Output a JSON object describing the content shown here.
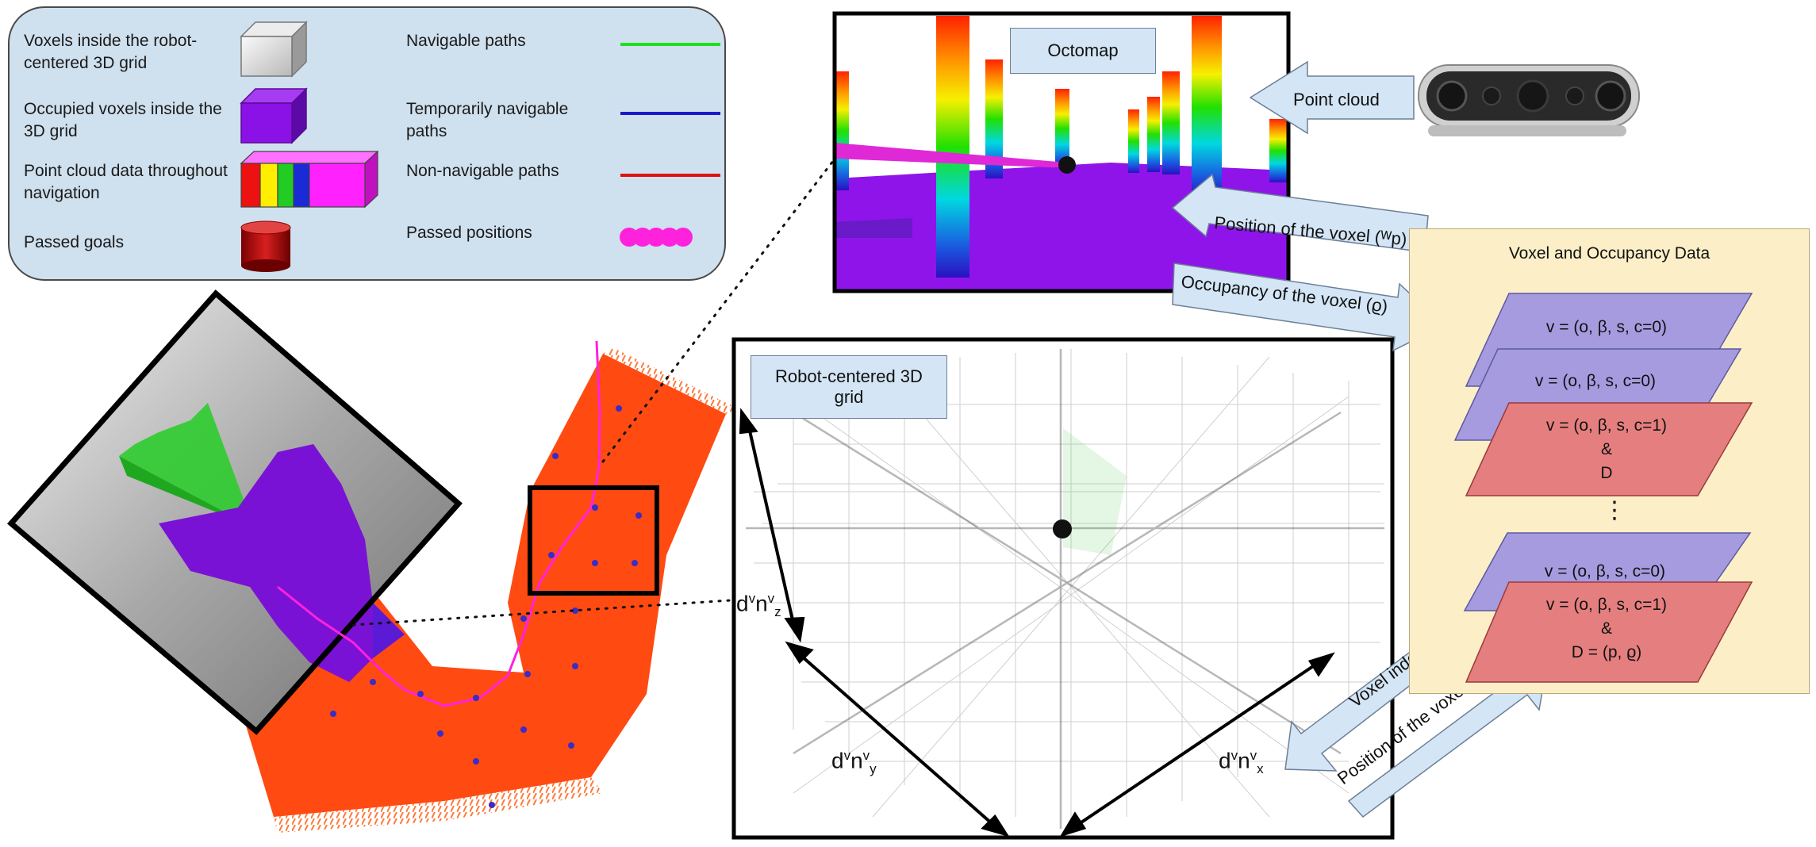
{
  "legend": {
    "voxels_grid": "Voxels inside the robot-centered 3D grid",
    "occupied": "Occupied voxels inside the 3D grid",
    "point_cloud": "Point cloud data throughout navigation",
    "passed_goals": "Passed goals",
    "navigable": "Navigable paths",
    "temp_navigable": "Temporarily navigable paths",
    "non_navigable": "Non-navigable paths",
    "passed_positions": "Passed positions"
  },
  "labels": {
    "octomap": "Octomap",
    "point_cloud": "Point cloud",
    "robot_grid": "Robot-centered 3D grid",
    "pos_voxel_w": "Position of the voxel (ᵂp)",
    "occupancy": "Occupancy of the voxel (ϱ)",
    "voxel_index": "Voxel index (o)",
    "pos_voxel_r": "Position of the voxel (ᴿp)"
  },
  "dimensions": {
    "z_base": "d",
    "z_sup": "v",
    "z_n": "n",
    "z_sup2": "v",
    "z_sub": "z",
    "y_base": "d",
    "y_sup": "v",
    "y_n": "n",
    "y_sup2": "v",
    "y_sub": "y",
    "x_base": "d",
    "x_sup": "v",
    "x_n": "n",
    "x_sup2": "v",
    "x_sub": "x"
  },
  "data_panel": {
    "title": "Voxel and Occupancy Data",
    "cards": [
      {
        "line1": "v = (o, β, s, c=0)",
        "line2": "",
        "line3": ""
      },
      {
        "line1": "v = (o, β, s, c=0)",
        "line2": "",
        "line3": ""
      },
      {
        "line1": "v = (o, β, s, c=1)",
        "line2": "&",
        "line3": "D"
      },
      {
        "line1": "v = (o, β, s, c=0)",
        "line2": "",
        "line3": ""
      },
      {
        "line1": "v = (o, β, s, c=1)",
        "line2": "&",
        "line3": "D = (p, ϱ)"
      }
    ],
    "ellipsis": "⋮"
  },
  "colors": {
    "legend_bg": "#cfe0ee",
    "navigable": "#22dd22",
    "temp_navigable": "#1a1acc",
    "non_navigable": "#e01010",
    "passed_positions": "#ff22dd",
    "occupied": "#8a12e6",
    "map_orange": "#ff4a12",
    "card_purple": "#a79be0",
    "card_red": "#e57f7f",
    "panel_bg": "#fcefc7"
  }
}
